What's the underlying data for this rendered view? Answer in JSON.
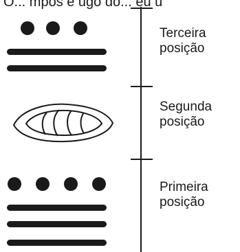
{
  "top_text": "O... mpos e ugo do... eu u",
  "colors": {
    "ink": "#1a1a1a",
    "background": "#ffffff"
  },
  "positions": {
    "third": {
      "line1": "Terceira",
      "line2": "posição",
      "glyph": "three dots over two bars",
      "dots": 3,
      "bars": 2
    },
    "second": {
      "line1": "Segunda",
      "line2": "posição",
      "glyph": "shell (zero)"
    },
    "first": {
      "line1": "Primeira",
      "line2": "posição",
      "glyph": "four dots over three bars",
      "dots": 4,
      "bars": 3
    }
  }
}
